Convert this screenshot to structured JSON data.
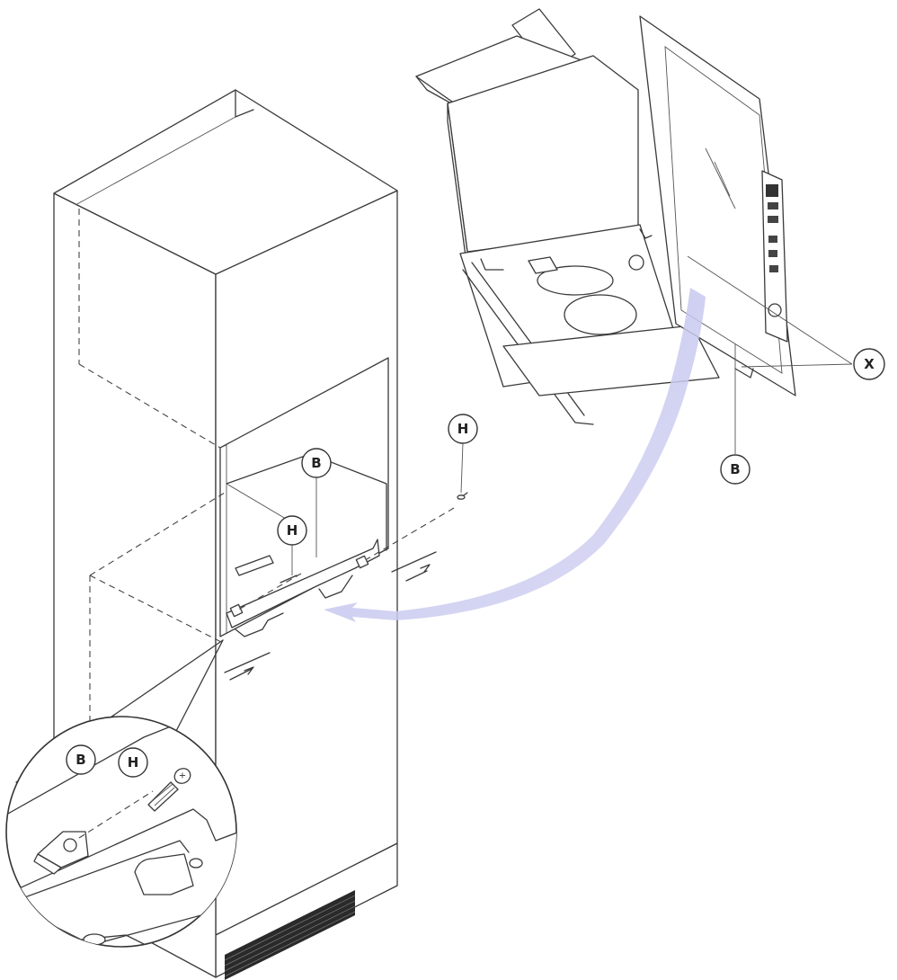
{
  "labels": {
    "b": "B",
    "h": "H",
    "x": "X"
  },
  "colors": {
    "line": "#3a3a3a",
    "arrow": "#c9c9ee",
    "vent": "#2a2a2a"
  }
}
